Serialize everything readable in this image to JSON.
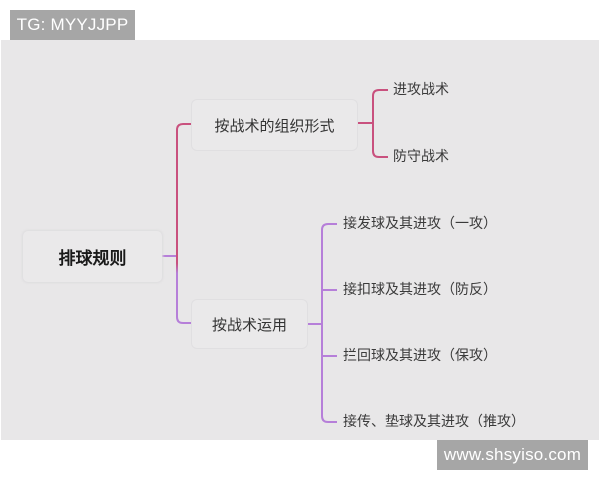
{
  "watermarks": {
    "top": "TG: MYYJJPP",
    "bottom": "www.shsyiso.com"
  },
  "colors": {
    "background": "#e8e7e8",
    "branch_upper": "#c9517e",
    "branch_lower": "#b67fd9",
    "text": "#333333"
  },
  "mindmap": {
    "root": {
      "label": "排球规则"
    },
    "branches": [
      {
        "label": "按战术的组织形式",
        "children": [
          {
            "label": "进攻战术"
          },
          {
            "label": "防守战术"
          }
        ]
      },
      {
        "label": "按战术运用",
        "children": [
          {
            "label": "接发球及其进攻（一攻）"
          },
          {
            "label": "接扣球及其进攻（防反）"
          },
          {
            "label": "拦回球及其进攻（保攻）"
          },
          {
            "label": "接传、垫球及其进攻（推攻）"
          }
        ]
      }
    ]
  }
}
